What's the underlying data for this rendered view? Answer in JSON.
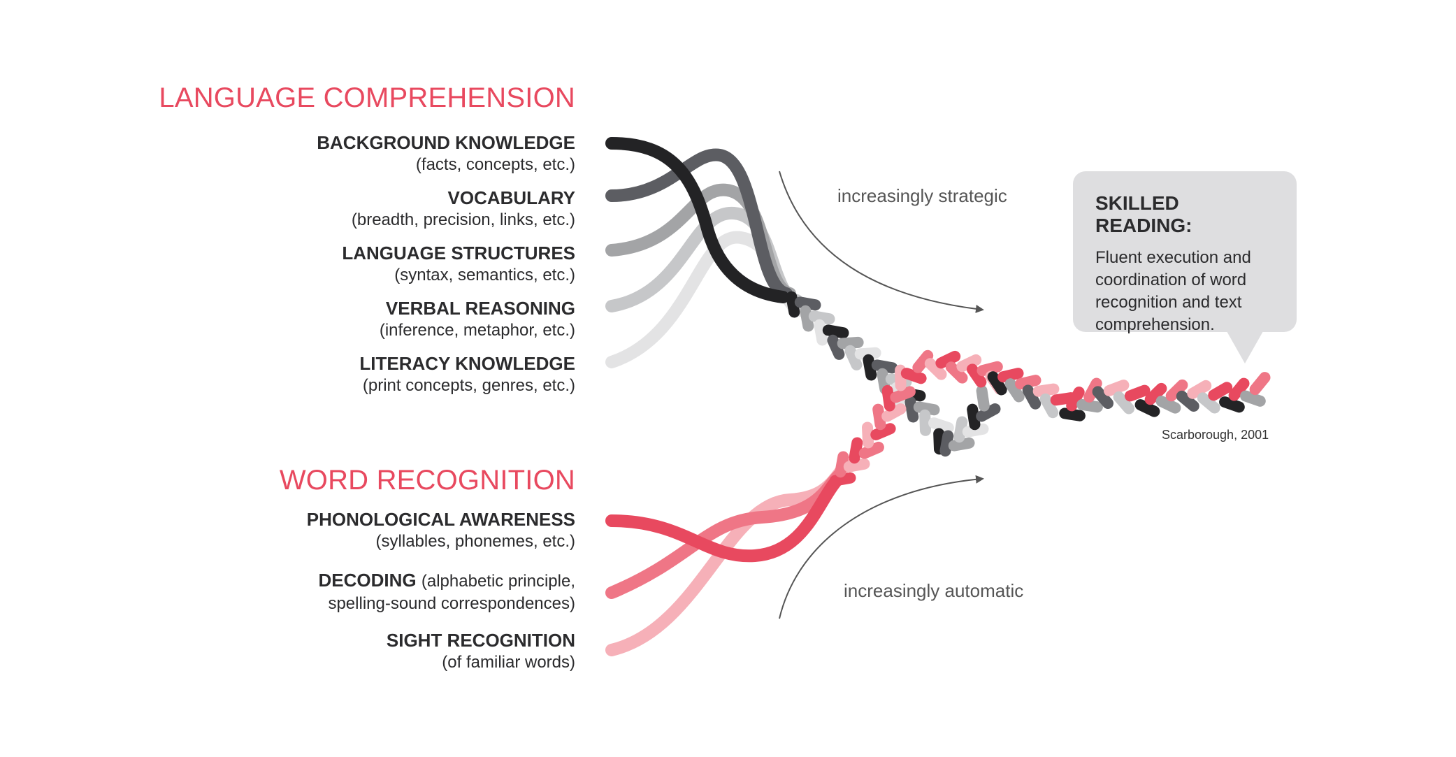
{
  "language_comprehension": {
    "title": "LANGUAGE COMPREHENSION",
    "strands": [
      {
        "name": "BACKGROUND KNOWLEDGE",
        "desc": "(facts, concepts, etc.)",
        "color": "#232325"
      },
      {
        "name": "VOCABULARY",
        "desc": "(breadth, precision, links, etc.)",
        "color": "#5c5d62"
      },
      {
        "name": "LANGUAGE STRUCTURES",
        "desc": "(syntax, semantics, etc.)",
        "color": "#a3a4a6"
      },
      {
        "name": "VERBAL REASONING",
        "desc": "(inference, metaphor, etc.)",
        "color": "#c6c7c9"
      },
      {
        "name": "LITERACY KNOWLEDGE",
        "desc": "(print concepts, genres, etc.)",
        "color": "#e3e3e4"
      }
    ]
  },
  "word_recognition": {
    "title": "WORD RECOGNITION",
    "strands": [
      {
        "name": "PHONOLOGICAL AWARENESS",
        "desc": "(syllables, phonemes, etc.)",
        "color": "#e8495f"
      },
      {
        "name": "DECODING",
        "desc_line1": "(alphabetic principle,",
        "desc_line2": "spelling-sound correspondences)",
        "color": "#ef7686"
      },
      {
        "name": "SIGHT RECOGNITION",
        "desc": "(of familiar words)",
        "color": "#f6b0b8"
      }
    ]
  },
  "arrows": {
    "top_label": "increasingly strategic",
    "bottom_label": "increasingly automatic"
  },
  "skilled_reading": {
    "title": "SKILLED READING:",
    "body": "Fluent execution and coordination of word recognition and text comprehension."
  },
  "citation": "Scarborough, 2001",
  "accent_color": "#e8495f"
}
